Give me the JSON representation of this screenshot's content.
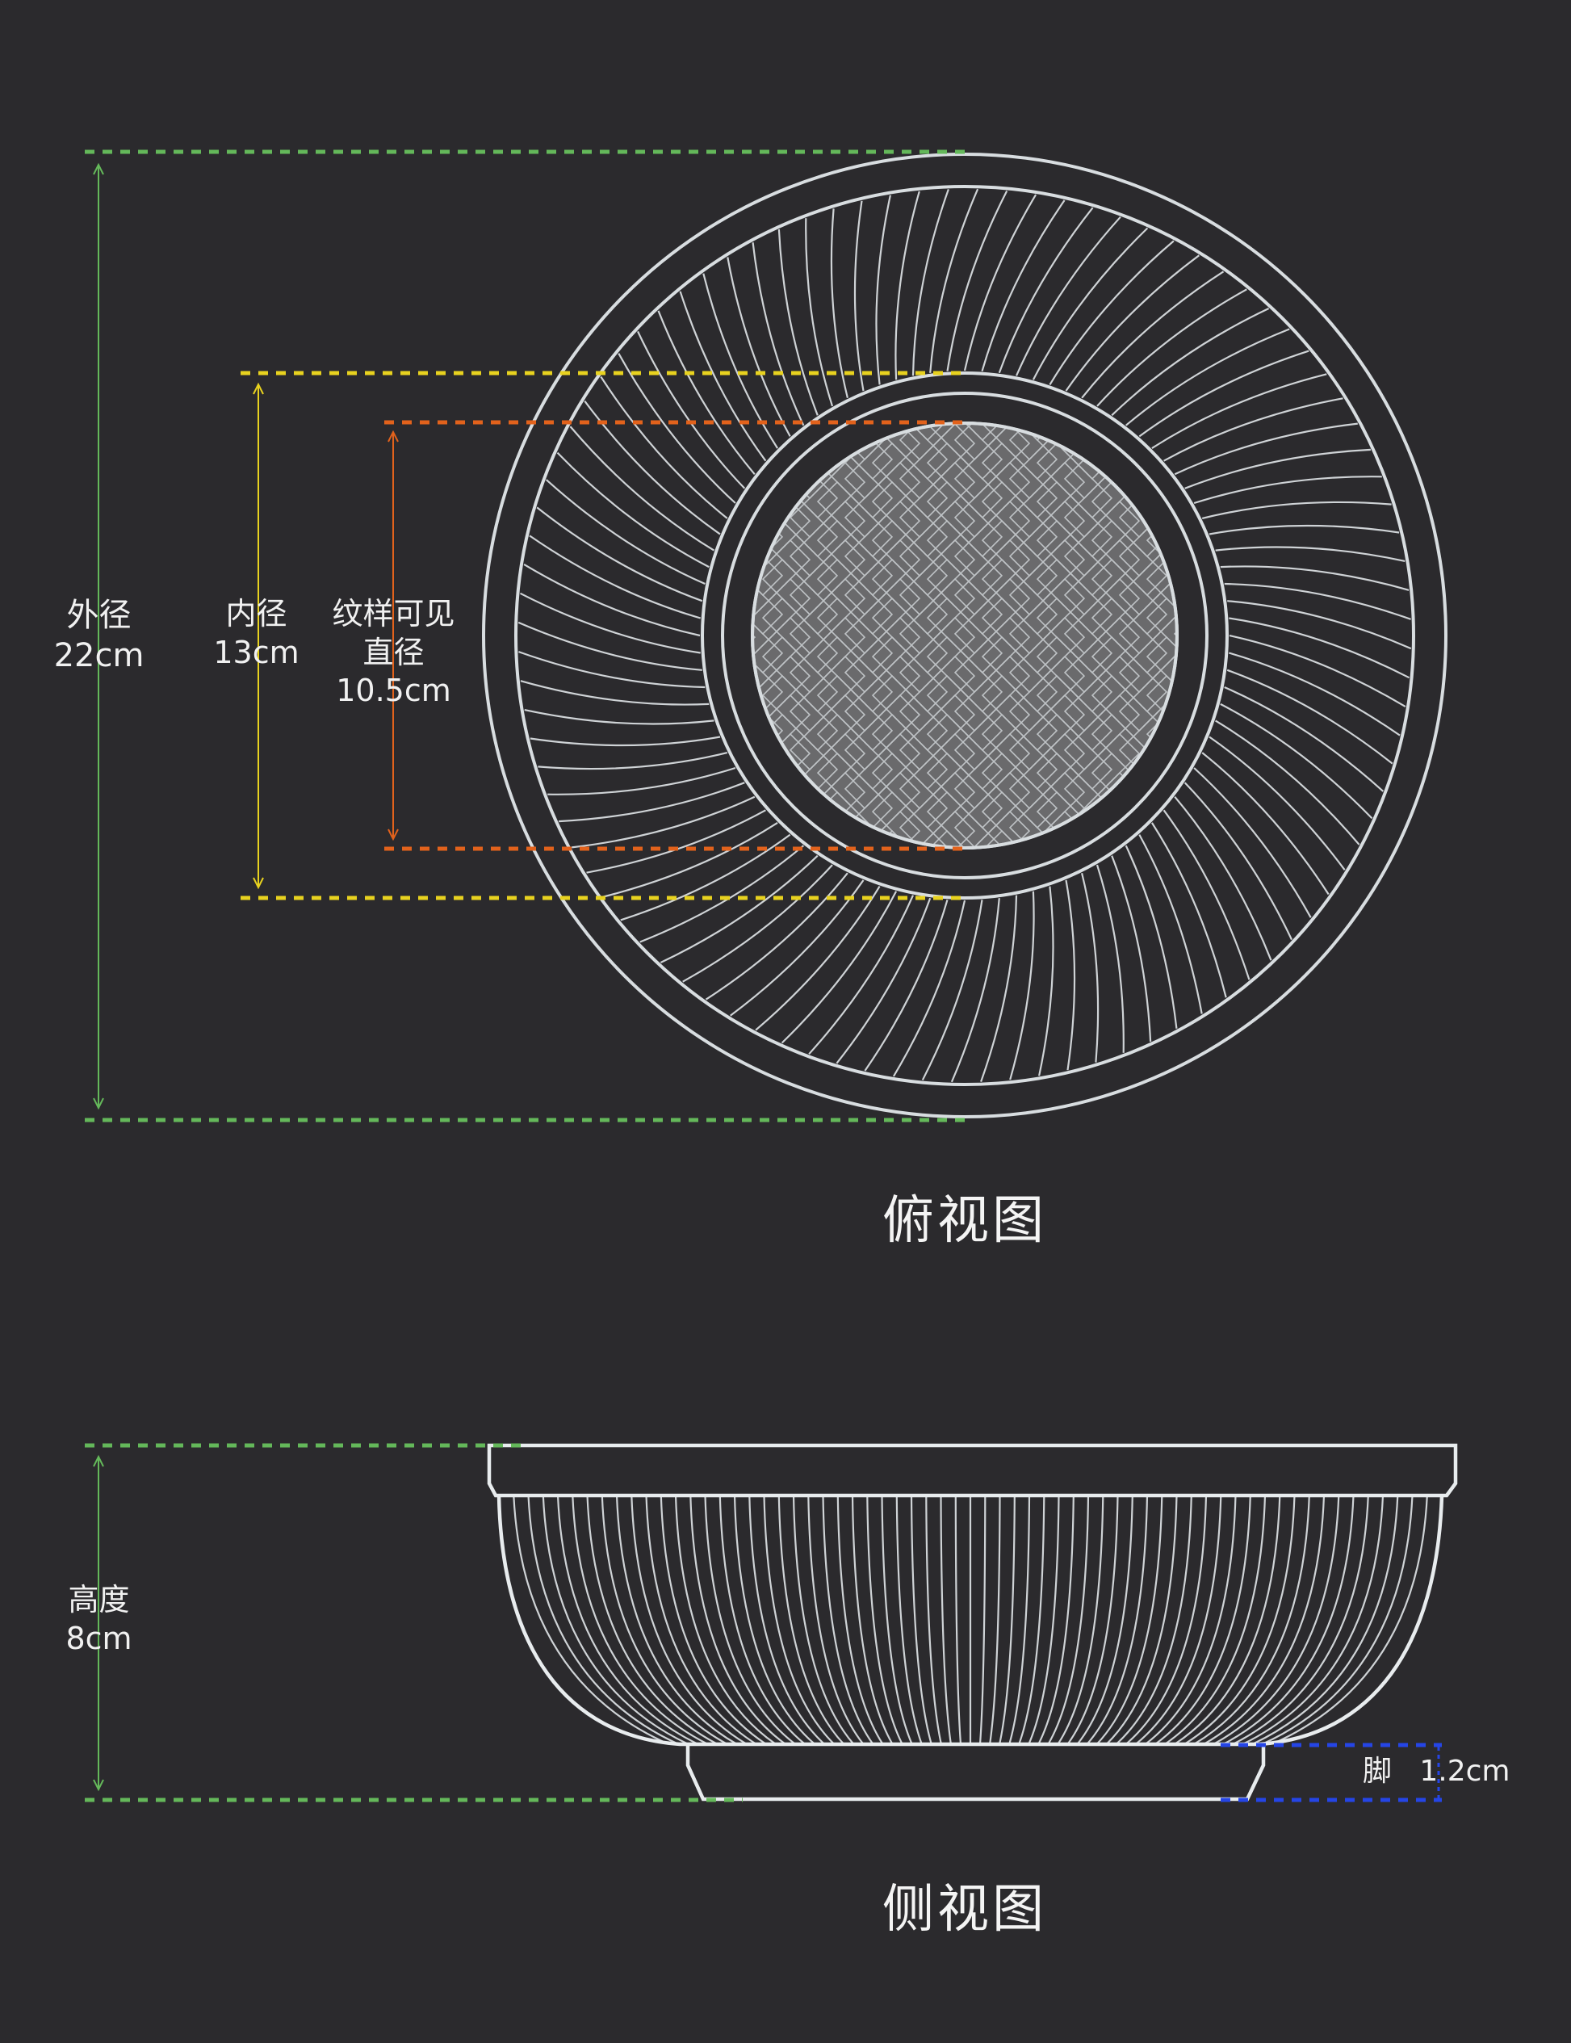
{
  "colors": {
    "background": "#2b2a2d",
    "outline": "#d8dde0",
    "outer_diameter": "#64b85a",
    "inner_diameter": "#e8d21f",
    "pattern_diameter": "#e2621c",
    "foot_height": "#2545e6",
    "pattern_fill": "#6a6a6c"
  },
  "top_view": {
    "caption": "俯视图",
    "outer_diameter": {
      "name": "外径",
      "value": "22cm"
    },
    "inner_diameter": {
      "name": "内径",
      "value": "13cm"
    },
    "pattern_diameter": {
      "name_line1": "纹样可见",
      "name_line2": "直径",
      "value": "10.5cm"
    }
  },
  "side_view": {
    "caption": "侧视图",
    "height": {
      "name": "高度",
      "value": "8cm"
    },
    "foot": {
      "name": "脚",
      "value": "1.2cm"
    }
  }
}
